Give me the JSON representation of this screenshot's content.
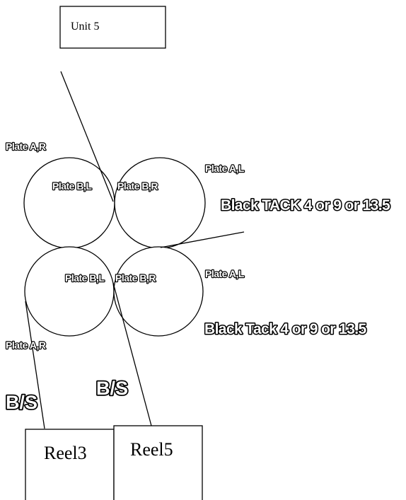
{
  "boxes": {
    "unit": "Unit 5",
    "reel_left": "Reel3",
    "reel_right": "Reel5"
  },
  "labels": {
    "plate_ar_top": "Plate A,R",
    "plate_bl_top": "Plate B,L",
    "plate_br_top": "Plate B,R",
    "plate_al_top": "Plate A,L",
    "black_tack_top": "Black TACK 4 or 9 or 13.5",
    "plate_bl_bottom": "Plate B,L",
    "plate_br_bottom": "Plate B,R",
    "plate_al_bottom": "Plate A,L",
    "black_tack_bottom": "Black Tack 4 or 9 or 13.5",
    "plate_ar_bottom": "Plate A,R",
    "bs_left": "B/S",
    "bs_right": "B/S"
  }
}
